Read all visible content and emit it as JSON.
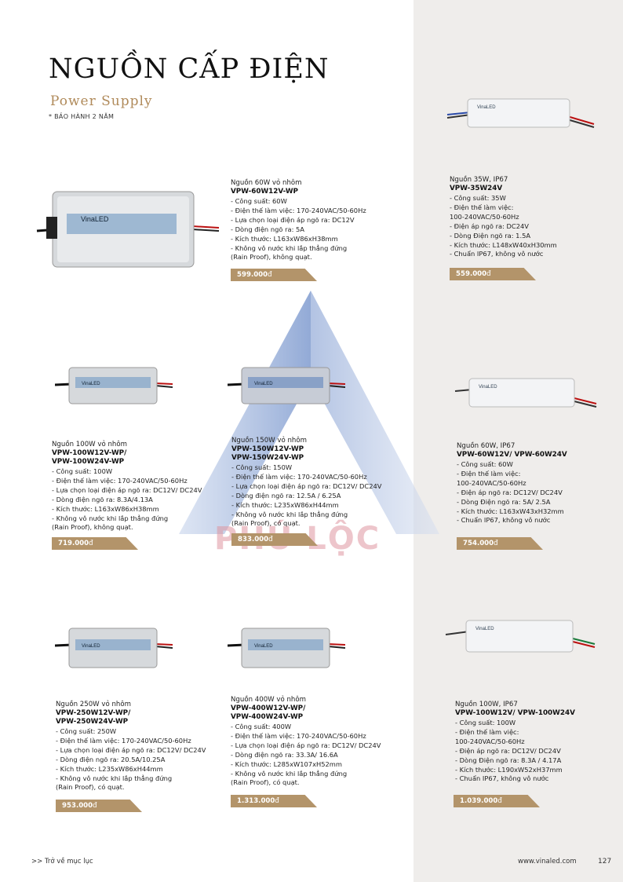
{
  "page": {
    "title": "NGUỒN CẤP ĐIỆN",
    "subtitle": "Power Supply",
    "warranty": "* BẢO HÀNH 2 NĂM",
    "watermark": "PHÚ LỘC",
    "footer_link": ">> Trở về mục lục",
    "website": "www.vinaled.com",
    "page_number": "127",
    "brand_label": "VinaLED"
  },
  "colors": {
    "price_tag": "#b3946a",
    "subtitle": "#b08a5a",
    "right_panel": "#efedeb",
    "watermark_arrow": "#8fa9d6"
  },
  "products": [
    {
      "name": "Nguồn 60W vỏ nhôm",
      "model": [
        "VPW-60W12V-WP"
      ],
      "specs": [
        "- Công suất: 60W",
        "- Điện thế làm việc: 170-240VAC/50-60Hz",
        "- Lựa chọn loại điện áp ngõ ra: DC12V",
        "- Dòng điện ngõ ra: 5A",
        "- Kích thước: L163xW86xH38mm",
        "- Không vô nước khi lắp thẳng đứng",
        "  (Rain Proof), không quạt."
      ],
      "price_value": "599.000",
      "price_unit": "đ"
    },
    {
      "name": "Nguồn 35W, IP67",
      "model": [
        "VPW-35W24V"
      ],
      "specs": [
        "- Công suất: 35W",
        "- Điện thế làm việc:",
        "  100-240VAC/50-60Hz",
        "- Điện áp ngõ ra: DC24V",
        "- Dòng Điện ngõ ra: 1.5A",
        "- Kích thước: L148xW40xH30mm",
        "- Chuẩn IP67, không vô nước"
      ],
      "price_value": "559.000",
      "price_unit": "đ"
    },
    {
      "name": "Nguồn 100W vỏ nhôm",
      "model": [
        "VPW-100W12V-WP/",
        "VPW-100W24V-WP"
      ],
      "specs": [
        "- Công suất: 100W",
        "- Điện thế làm việc: 170-240VAC/50-60Hz",
        "- Lựa chọn loại điện áp ngõ ra: DC12V/ DC24V",
        "- Dòng điện ngõ ra: 8.3A/4.13A",
        "- Kích thước: L163xW86xH38mm",
        "- Không vô nước khi lắp thẳng đứng",
        "  (Rain Proof), không quạt."
      ],
      "price_value": "719.000",
      "price_unit": "đ"
    },
    {
      "name": "Nguồn 150W vỏ nhôm",
      "model": [
        "VPW-150W12V-WP",
        "VPW-150W24V-WP"
      ],
      "specs": [
        "- Công suất: 150W",
        "- Điện thế làm việc: 170-240VAC/50-60Hz",
        "- Lựa chọn loại điện áp ngõ ra: DC12V/ DC24V",
        "- Dòng điện ngõ ra: 12.5A / 6.25A",
        "- Kích thước: L235xW86xH44mm",
        "- Không vô nước khi lắp thẳng đứng",
        "  (Rain Proof), có quạt."
      ],
      "price_value": "833.000",
      "price_unit": "đ"
    },
    {
      "name": "Nguồn 60W, IP67",
      "model": [
        "VPW-60W12V/ VPW-60W24V"
      ],
      "specs": [
        "- Công suất: 60W",
        "- Điện thế làm việc:",
        "  100-240VAC/50-60Hz",
        "- Điện áp ngõ ra: DC12V/ DC24V",
        "- Dòng Điện ngõ ra: 5A/ 2.5A",
        "- Kích thước: L163xW43xH32mm",
        "- Chuẩn IP67, không vô nước"
      ],
      "price_value": "754.000",
      "price_unit": "đ"
    },
    {
      "name": "Nguồn 250W vỏ nhôm",
      "model": [
        "VPW-250W12V-WP/",
        "VPW-250W24V-WP"
      ],
      "specs": [
        "- Công suất: 250W",
        "- Điện thế làm việc: 170-240VAC/50-60Hz",
        "- Lựa chọn loại điện áp ngõ ra: DC12V/ DC24V",
        "- Dòng điện ngõ ra: 20.5A/10.25A",
        "- Kích thước: L235xW86xH44mm",
        "- Không vô nước khi lắp thẳng đứng",
        "  (Rain Proof), có quạt."
      ],
      "price_value": "953.000",
      "price_unit": "đ"
    },
    {
      "name": "Nguồn 400W vỏ nhôm",
      "model": [
        "VPW-400W12V-WP/",
        "VPW-400W24V-WP"
      ],
      "specs": [
        "- Công suất: 400W",
        "- Điện thế làm việc: 170-240VAC/50-60Hz",
        "- Lựa chọn loại điện áp ngõ ra: DC12V/ DC24V",
        "- Dòng điện ngõ ra: 33.3A/ 16.6A",
        "- Kích thước: L285xW107xH52mm",
        "- Không vô nước khi lắp thẳng đứng",
        "  (Rain Proof), có quạt."
      ],
      "price_value": "1.313.000",
      "price_unit": "đ"
    },
    {
      "name": "Nguồn 100W, IP67",
      "model": [
        "VPW-100W12V/ VPW-100W24V"
      ],
      "specs": [
        "- Công suất: 100W",
        "- Điện thế làm việc:",
        "  100-240VAC/50-60Hz",
        "- Điện áp ngõ ra: DC12V/ DC24V",
        "- Dòng Điện ngõ ra: 8.3A / 4.17A",
        "- Kích thước: L190xW52xH37mm",
        "- Chuẩn IP67, không vô nước"
      ],
      "price_value": "1.039.000",
      "price_unit": "đ"
    }
  ]
}
